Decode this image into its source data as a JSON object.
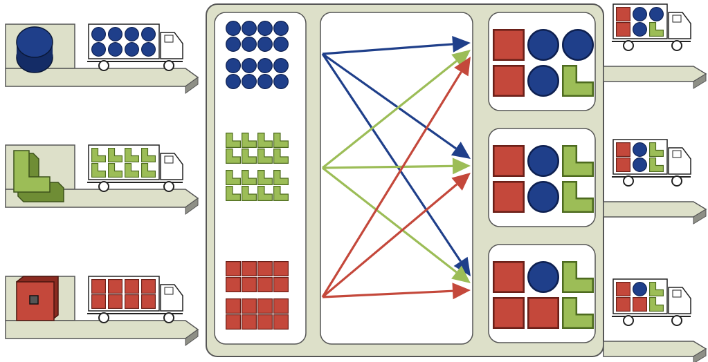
{
  "colors": {
    "blue": "#1f3f8a",
    "green": "#9cbd57",
    "red": "#c4483b",
    "panel": "#dde0c9",
    "frame": "#555555",
    "arrow_side": "#8e8f86"
  },
  "inbound": [
    {
      "product": "circle",
      "icon": "cylinder-product-icon",
      "cargo": "circle"
    },
    {
      "product": "lshape",
      "icon": "l-shape-product-icon",
      "cargo": "lshape"
    },
    {
      "product": "square",
      "icon": "box-product-icon",
      "cargo": "square"
    }
  ],
  "storage": [
    {
      "product": "circle",
      "icon": "circle-stock-icon"
    },
    {
      "product": "lshape",
      "icon": "l-shape-stock-icon"
    },
    {
      "product": "square",
      "icon": "square-stock-icon"
    }
  ],
  "routes": [
    {
      "from": "circle",
      "to": 0,
      "color": "blue"
    },
    {
      "from": "circle",
      "to": 1,
      "color": "blue"
    },
    {
      "from": "circle",
      "to": 2,
      "color": "blue"
    },
    {
      "from": "lshape",
      "to": 0,
      "color": "green"
    },
    {
      "from": "lshape",
      "to": 1,
      "color": "green"
    },
    {
      "from": "lshape",
      "to": 2,
      "color": "green"
    },
    {
      "from": "square",
      "to": 0,
      "color": "red"
    },
    {
      "from": "square",
      "to": 1,
      "color": "red"
    },
    {
      "from": "square",
      "to": 2,
      "color": "red"
    }
  ],
  "outbound": [
    {
      "mix": [
        "square",
        "circle",
        "circle",
        "square",
        "circle",
        "lshape"
      ]
    },
    {
      "mix": [
        "square",
        "circle",
        "lshape",
        "square",
        "circle",
        "lshape"
      ]
    },
    {
      "mix": [
        "square",
        "circle",
        "lshape",
        "square",
        "square",
        "lshape"
      ]
    }
  ]
}
